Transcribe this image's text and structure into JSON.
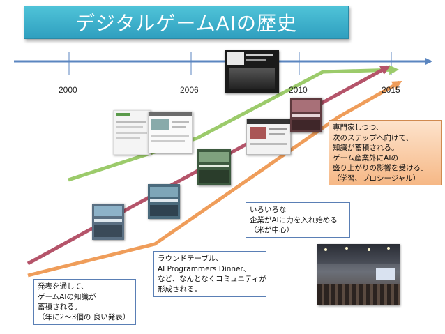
{
  "title": "デジタルゲームAIの歴史",
  "timeline": {
    "years": [
      "2000",
      "2006",
      "2010",
      "2015"
    ]
  },
  "callouts": {
    "presentation": [
      "発表を通して、",
      "ゲームAIの知識が",
      "蓄積される。",
      "（年に2～3個の 良い発表）"
    ],
    "roundtable": [
      "ラウンドテーブル、",
      "AI Programmers Dinner、",
      "など、なんとなくコミュニティが",
      "形成される。"
    ],
    "companies": [
      "いろいろな",
      "企業がAIに力を入れ始める",
      "（米が中心）"
    ],
    "experts": [
      "専門家しつつ、",
      "次のステップへ向けて、",
      "知識が蓄積される。",
      "ゲーム産業外にAIの",
      "盛り上がりの影響を受ける。",
      "（学習、プロシージャル）"
    ]
  },
  "colors": {
    "timeline_axis": "#5b86c0",
    "arrow_red": "#b5546a",
    "arrow_orange": "#ef9d5a",
    "arrow_green": "#9ccb6b",
    "banner": "#3db0cc"
  },
  "images": [
    {
      "name": "ai-game-programming-wisdom-1-cover"
    },
    {
      "name": "ai-game-programming-wisdom-2-cover"
    },
    {
      "name": "ai-game-programming-wisdom-3-cover"
    },
    {
      "name": "ai-game-programming-wisdom-4-cover"
    },
    {
      "name": "aigamedev-website-screenshot"
    },
    {
      "name": "game-ai-pro-cover"
    },
    {
      "name": "website-screenshot-small"
    },
    {
      "name": "conference-hall-photo"
    }
  ]
}
